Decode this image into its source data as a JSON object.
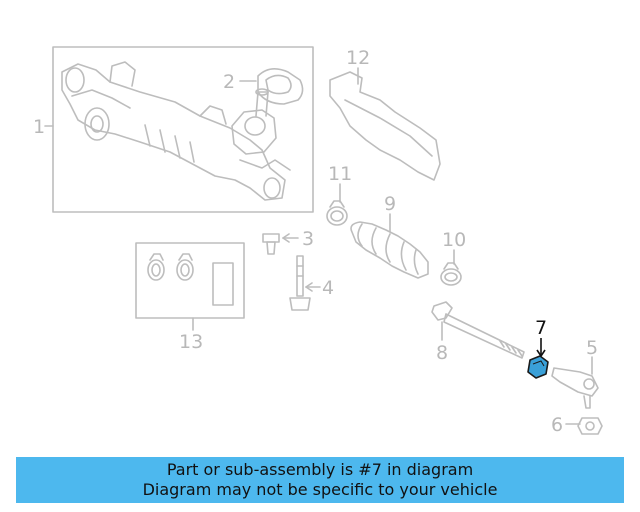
{
  "callouts": {
    "c1": "1",
    "c2": "2",
    "c3": "3",
    "c4": "4",
    "c5": "5",
    "c6": "6",
    "c7": "7",
    "c8": "8",
    "c9": "9",
    "c10": "10",
    "c11": "11",
    "c12": "12",
    "c13": "13"
  },
  "highlighted_part": "7",
  "colors": {
    "banner_background": "#4db8ee",
    "highlight_fill": "#3aa0d8",
    "line_gray": "#b8b8b8",
    "callout_active": "#111111"
  },
  "banner": {
    "line1": "Part or sub-assembly is #7 in diagram",
    "line2": "Diagram may not be specific to your vehicle"
  }
}
